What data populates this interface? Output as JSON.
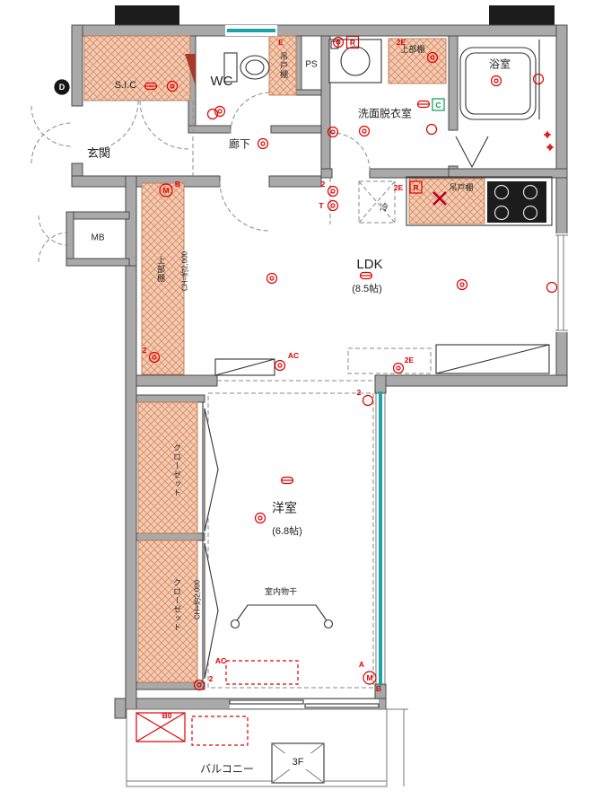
{
  "rooms": {
    "genkan": "玄関",
    "sic": "S.I.C",
    "wc": "WC",
    "ps": "PS",
    "rouka": "廊下",
    "senmen": "洗面脱衣室",
    "yokushitsu": "浴室",
    "mb": "MB",
    "ldk": "LDK",
    "ldk_size": "(8.5帖)",
    "yoshitsu": "洋室",
    "yoshitsu_size": "(6.8帖)",
    "balcony": "バルコニー",
    "floor": "3F"
  },
  "fixtures": {
    "tsuridana_top": "吊戸棚",
    "tsuridana_kitchen": "吊戸棚",
    "joubudana_top": "上部棚",
    "joubudana_left": "上部棚",
    "ch_ldk": "CH=約2,000",
    "ch_closet": "CH=約2,000",
    "closet1": "クローゼット",
    "closet2": "クローゼット",
    "rei": "冷",
    "monohoshi": "室内物干"
  },
  "annotations": {
    "e": "E",
    "r_top": "R",
    "two_e_top": "2E",
    "c": "C",
    "b_top": "B",
    "m": "M",
    "m2": "M",
    "d": "D",
    "two_corridor": "2",
    "t": "T",
    "two_e_kitchen": "2E",
    "r_kitchen": "R",
    "two_left": "2",
    "ac_ldk": "AC",
    "two_e_ldk": "2E",
    "two_yo": "2",
    "ac_yo": "AC",
    "two_cl": "2",
    "a": "A",
    "b_bottom": "B",
    "b0": "B0"
  },
  "symbols": {
    "double_circle": "outlet-symbol",
    "single_circle": "light-symbol",
    "stadium": "ceiling-light-symbol",
    "m_circle": "meter-symbol",
    "d_circle": "door-phone-symbol",
    "fan_cross": "exhaust-fan-symbol",
    "faucet": "bath-faucet-symbol"
  },
  "colors": {
    "wall": "#a9a9a9",
    "column": "#1c1c1c",
    "hatch_fill": "#f6cab1",
    "hatch_line": "#cf8d68",
    "annotation_red": "#e00000",
    "annotation_green": "#00a050",
    "window_teal": "#1ba3a8"
  }
}
